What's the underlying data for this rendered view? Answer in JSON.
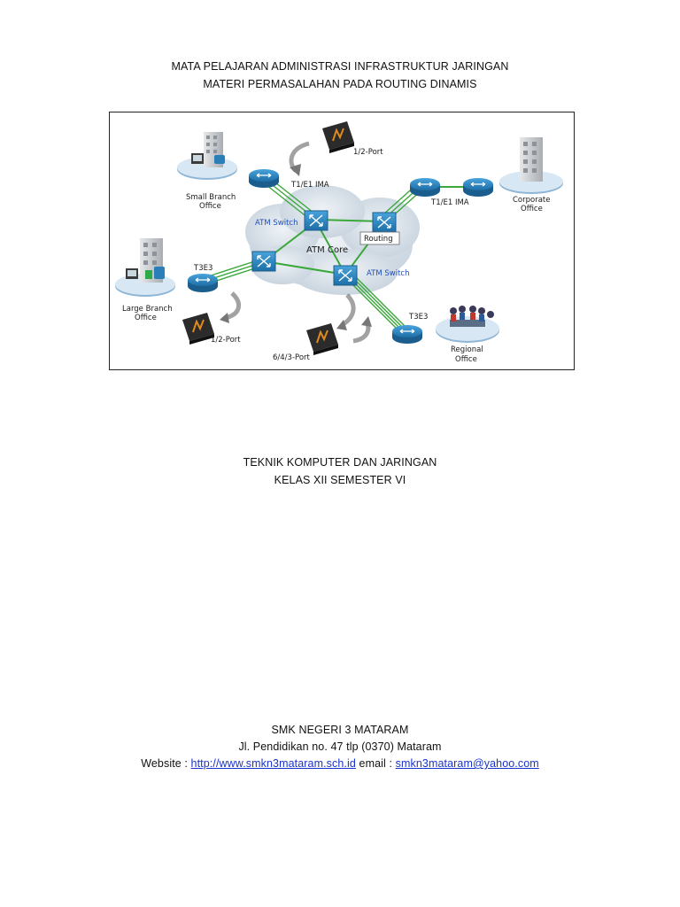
{
  "header": {
    "line1": "MATA PELAJARAN ADMINISTRASI INFRASTRUKTUR JARINGAN",
    "line2": "MATERI PERMASALAHAN PADA ROUTING DINAMIS"
  },
  "diagram": {
    "labels": {
      "port_top": "1/2-Port",
      "t1e1_left": "T1/E1 IMA",
      "small_branch_1": "Small Branch",
      "small_branch_2": "Office",
      "atm_switch_left": "ATM Switch",
      "routing": "Routing",
      "atm_core": "ATM Core",
      "t1e1_right": "T1/E1 IMA",
      "corporate_1": "Corporate",
      "corporate_2": "Office",
      "t3e3_left": "T3E3",
      "large_branch_1": "Large Branch",
      "large_branch_2": "Office",
      "atm_switch_right": "ATM Switch",
      "t3e3_right": "T3E3",
      "port_left": "1/2-Port",
      "port_bottom": "6/4/3-Port",
      "regional_1": "Regional",
      "regional_2": "Office"
    },
    "colors": {
      "router": "#2a7fb8",
      "link": "#3aa83a",
      "cloud": "#d9e3ec",
      "building": "#c9ccd0",
      "blue_label": "#1f4fbf"
    }
  },
  "program": {
    "line1": "TEKNIK KOMPUTER DAN JARINGAN",
    "line2": "KELAS XII  SEMESTER VI"
  },
  "footer": {
    "school": "SMK NEGERI 3 MATARAM",
    "address": "Jl. Pendidikan no. 47  tlp (0370) Mataram",
    "website_label": "Website : ",
    "website_url": "http://www.smkn3mataram.sch.id",
    "email_label": " email : ",
    "email": "smkn3mataram@yahoo.com"
  }
}
